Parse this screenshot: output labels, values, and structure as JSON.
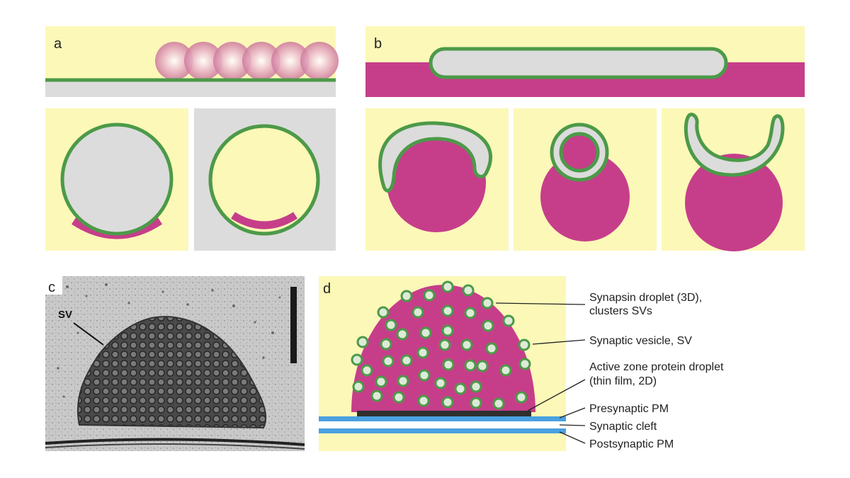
{
  "panels": {
    "a": {
      "letter": "a"
    },
    "b": {
      "letter": "b"
    },
    "c": {
      "letter": "c",
      "sv_label": "SV"
    },
    "d": {
      "letter": "d"
    }
  },
  "callouts": {
    "synapsin_droplet": [
      "Synapsin droplet (3D),",
      "clusters SVs"
    ],
    "synaptic_vesicle": [
      "Synaptic vesicle, SV"
    ],
    "active_zone": [
      "Active zone protein droplet",
      "(thin film, 2D)"
    ],
    "presynaptic_pm": [
      "Presynaptic PM"
    ],
    "synaptic_cleft": [
      "Synaptic cleft"
    ],
    "postsynaptic_pm": [
      "Postsynaptic PM"
    ]
  },
  "colors": {
    "cream": "#fcf8b8",
    "gray": "#dcdcdc",
    "magenta": "#c63e8a",
    "green": "#4c9a48",
    "vesicle_fill": "#dcebd8",
    "membrane_blue": "#4aa0e0",
    "film_dark": "#2f2f2f"
  }
}
